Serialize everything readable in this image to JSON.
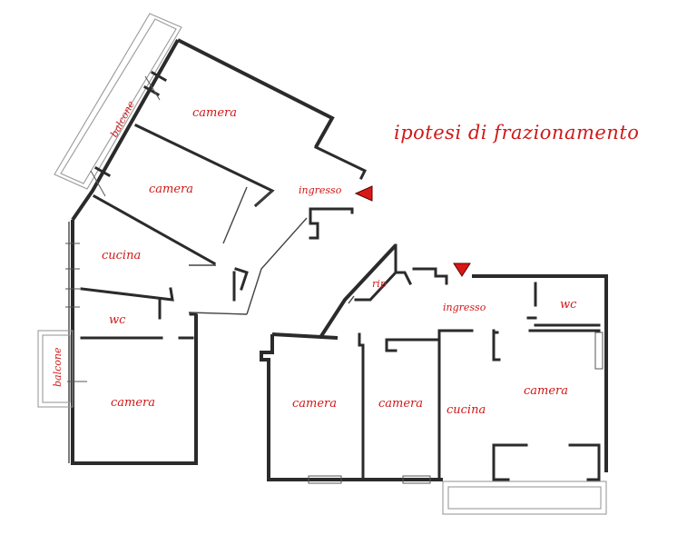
{
  "title": "ipotesi di frazionamento",
  "unit_left": {
    "rooms": {
      "camera_top": "camera",
      "camera_mid": "camera",
      "ingresso": "ingresso",
      "cucina": "cucina",
      "wc": "wc",
      "camera_bottom": "camera",
      "balcone_top": "balcone",
      "balcone_side": "balcone"
    }
  },
  "unit_right": {
    "rooms": {
      "rip": "rip",
      "ingresso": "ingresso",
      "wc": "wc",
      "camera_1": "camera",
      "camera_2": "camera",
      "cucina": "cucina",
      "camera_3": "camera"
    }
  },
  "colors": {
    "label": "#d01818",
    "wall": "#2b2b2b",
    "balcony": "#9a9a9a",
    "arrow": "#d81818"
  },
  "icons": {
    "entrance_marker": "red-triangle-arrow"
  }
}
